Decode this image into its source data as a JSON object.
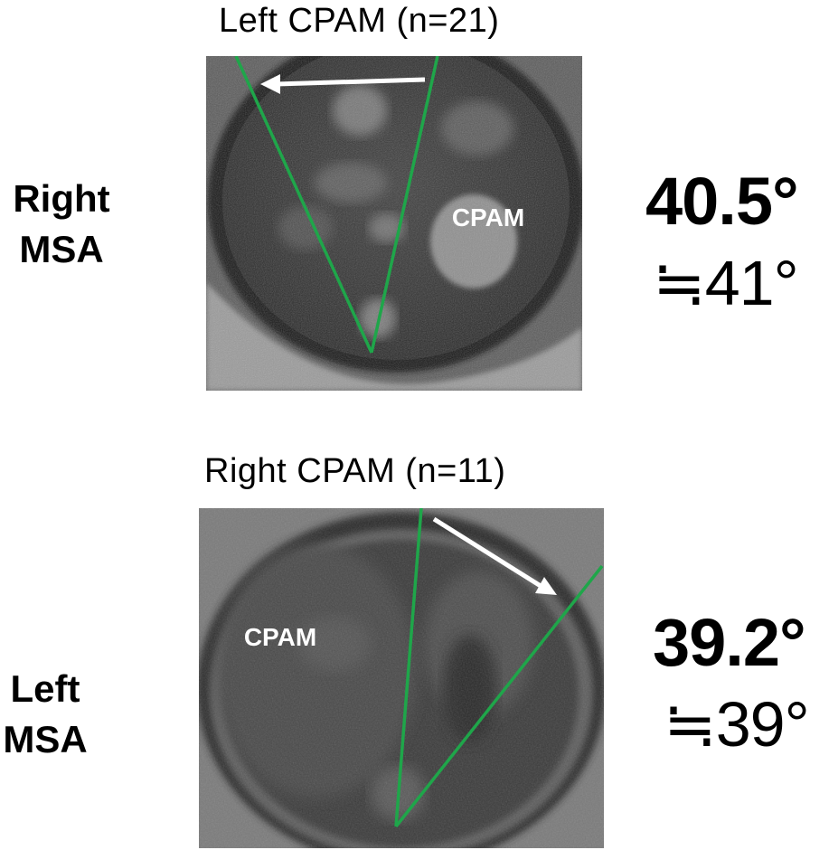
{
  "panels": [
    {
      "title": "Left CPAM (n=21)",
      "side_label": [
        "Right",
        "MSA"
      ],
      "scan_label": "CPAM",
      "angle_exact": "40.5°",
      "angle_approx": "≒41°"
    },
    {
      "title": "Right  CPAM (n=11)",
      "side_label": [
        "Left",
        "MSA"
      ],
      "scan_label": "CPAM",
      "angle_exact": "39.2°",
      "angle_approx": "≒39°"
    }
  ],
  "colors": {
    "angle_line": "#1fa64a",
    "arrow": "#ffffff",
    "scan_dark": "#1c1c1c",
    "scan_mid": "#6a6a6a"
  }
}
